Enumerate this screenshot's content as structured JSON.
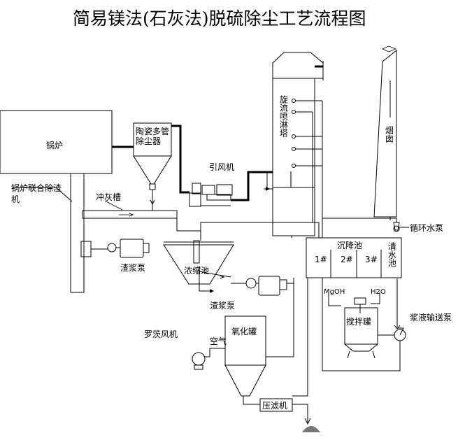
{
  "title": "简易镁法(石灰法)脱硫除尘工艺流程图",
  "labels": {
    "boiler": "锅炉",
    "ceramic_collector": "陶瓷多管除尘器",
    "induced_fan": "引风机",
    "scrubber": "旋流喷淋塔",
    "chimney": "烟囱",
    "slag_remover": "锅炉联合除渣机",
    "ash_trough": "冲灰槽",
    "slurry_pump_1": "渣浆泵",
    "thickener": "浓缩池",
    "slurry_pump_2": "渣浆泵",
    "circ_pump": "循环水泵",
    "settling_tank": "沉降池",
    "tank_1": "1#",
    "tank_2": "2#",
    "tank_3": "3#",
    "clear_pool": "清水池",
    "mgoh": "MgOH",
    "h2o": "H2O",
    "mixer": "搅拌罐",
    "feed_pump": "浆液输送泵",
    "roots_fan": "罗茨风机",
    "air": "空气",
    "oxidation_tank": "氧化罐",
    "filter_press": "压滤机"
  }
}
